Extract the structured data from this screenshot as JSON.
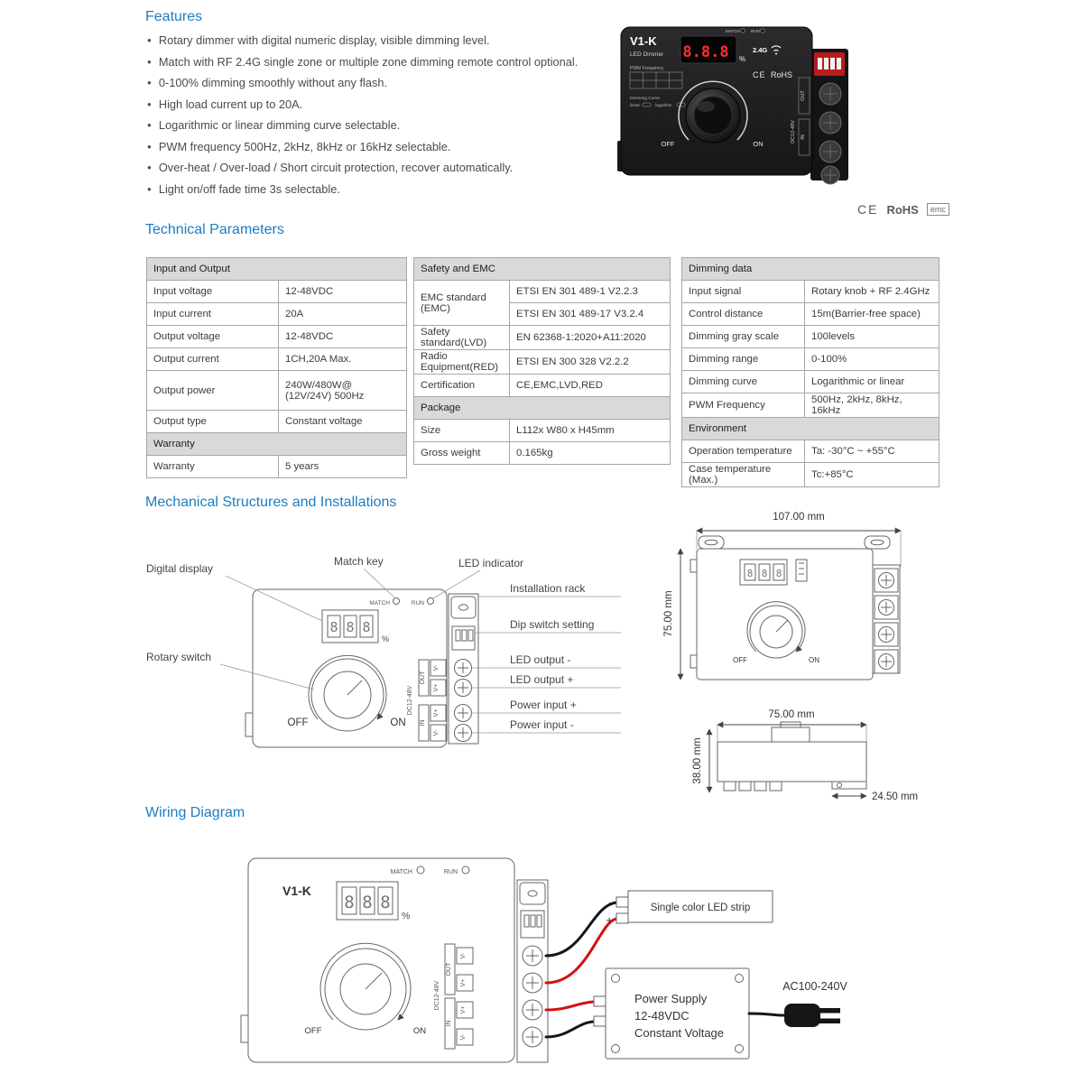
{
  "colors": {
    "accent": "#1d7dc2",
    "table_header_bg": "#d9d9d9",
    "wire_red": "#d6100f",
    "display_red": "#ff2e2e"
  },
  "features": {
    "title": "Features",
    "items": [
      "Rotary dimmer with digital numeric display, visible dimming level.",
      "Match with RF 2.4G single zone or multiple zone dimming remote control optional.",
      "0-100% dimming smoothly without any flash.",
      "High load current up to 20A.",
      "Logarithmic or linear dimming curve selectable.",
      "PWM frequency 500Hz, 2kHz, 8kHz or 16kHz selectable.",
      "Over-heat / Over-load / Short circuit protection, recover automatically.",
      "Light on/off fade time 3s selectable."
    ]
  },
  "product": {
    "model": "V1-K",
    "subtitle": "LED Dimmer",
    "pwm_label": "PWM Frequency",
    "display": "8.8.8",
    "percent": "%",
    "rf": "2.4G",
    "ce_mark": "CE",
    "rohs_mark": "RoHS",
    "dimming_curve_label": "Dimming Curve",
    "curve_linear": "linear",
    "curve_log": "logarithm"
  },
  "cert": {
    "ce": "CE",
    "rohs": "RoHS",
    "emc": "emc"
  },
  "technical": {
    "title": "Technical Parameters",
    "input_output": {
      "header": "Input and Output",
      "rows": [
        {
          "label": "Input voltage",
          "value": "12-48VDC"
        },
        {
          "label": "Input current",
          "value": "20A"
        },
        {
          "label": "Output voltage",
          "value": "12-48VDC"
        },
        {
          "label": "Output current",
          "value": "1CH,20A Max."
        },
        {
          "label": "Output power",
          "value": "240W/480W@\n(12V/24V) 500Hz"
        },
        {
          "label": "Output type",
          "value": "Constant voltage"
        }
      ],
      "warranty_header": "Warranty",
      "warranty_rows": [
        {
          "label": "Warranty",
          "value": "5 years"
        }
      ]
    },
    "safety": {
      "header": "Safety and EMC",
      "emc_label": "EMC standard (EMC)",
      "emc_value1": "ETSI EN 301 489-1 V2.2.3",
      "emc_value2": "ETSI EN 301 489-17 V3.2.4",
      "rows": [
        {
          "label": "Safety standard(LVD)",
          "value": "EN 62368-1:2020+A11:2020"
        },
        {
          "label": "Radio Equipment(RED)",
          "value": "ETSI EN 300 328 V2.2.2"
        },
        {
          "label": "Certification",
          "value": "CE,EMC,LVD,RED"
        }
      ],
      "package_header": "Package",
      "package_rows": [
        {
          "label": "Size",
          "value": "L112x W80 x H45mm"
        },
        {
          "label": "Gross weight",
          "value": "0.165kg"
        }
      ]
    },
    "dimming": {
      "header": "Dimming data",
      "rows": [
        {
          "label": "Input signal",
          "value": "Rotary knob + RF 2.4GHz"
        },
        {
          "label": "Control distance",
          "value": "15m(Barrier-free space)"
        },
        {
          "label": "Dimming gray scale",
          "value": "100levels"
        },
        {
          "label": "Dimming range",
          "value": "0-100%"
        },
        {
          "label": "Dimming curve",
          "value": "Logarithmic or linear"
        },
        {
          "label": "PWM Frequency",
          "value": "500Hz, 2kHz, 8kHz, 16kHz"
        }
      ],
      "environment_header": "Environment",
      "environment_rows": [
        {
          "label": "Operation temperature",
          "value": "Ta: -30°C ~ +55°C"
        },
        {
          "label": "Case temperature (Max.)",
          "value": "Tc:+85°C"
        }
      ]
    }
  },
  "mechanical": {
    "title": "Mechanical Structures and Installations",
    "callouts": {
      "digital_display": "Digital display",
      "match_key": "Match key",
      "led_indicator": "LED indicator",
      "rotary_switch": "Rotary switch",
      "installation_rack": "Installation rack",
      "dip_switch": "Dip switch setting",
      "led_out_minus": "LED output -",
      "led_out_plus": "LED output +",
      "power_in_plus": "Power input +",
      "power_in_minus": "Power input -"
    },
    "dimensions": {
      "top_width": "107.00 mm",
      "top_height": "75.00 mm",
      "side_width": "75.00 mm",
      "side_height": "38.00 mm",
      "side_rail": "24.50 mm"
    }
  },
  "wiring": {
    "title": "Wiring Diagram",
    "device_model": "V1-K",
    "minus": "-",
    "plus": "+",
    "led_strip": "Single color LED strip",
    "psu_line1": "Power Supply",
    "psu_line2": "12-48VDC",
    "psu_line3": "Constant Voltage",
    "ac": "AC100-240V"
  },
  "diagram_labels": {
    "match": "MATCH",
    "run": "RUN",
    "percent": "%",
    "off": "OFF",
    "on": "ON",
    "out": "OUT",
    "in": "IN",
    "dc": "DC12-48V",
    "v_minus": "V-",
    "v_plus": "V+",
    "digit": "8"
  }
}
